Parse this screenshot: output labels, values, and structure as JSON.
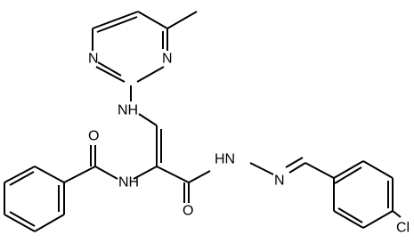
{
  "atoms": {
    "pyrimidine_n1": "N",
    "pyrimidine_n3": "N",
    "amine_nh": "NH",
    "amide_nh": "NH",
    "hydrazide_nh": "HN",
    "hydrazone_n": "N",
    "amide_o": "O",
    "hydrazide_o": "O",
    "chloro": "Cl"
  }
}
